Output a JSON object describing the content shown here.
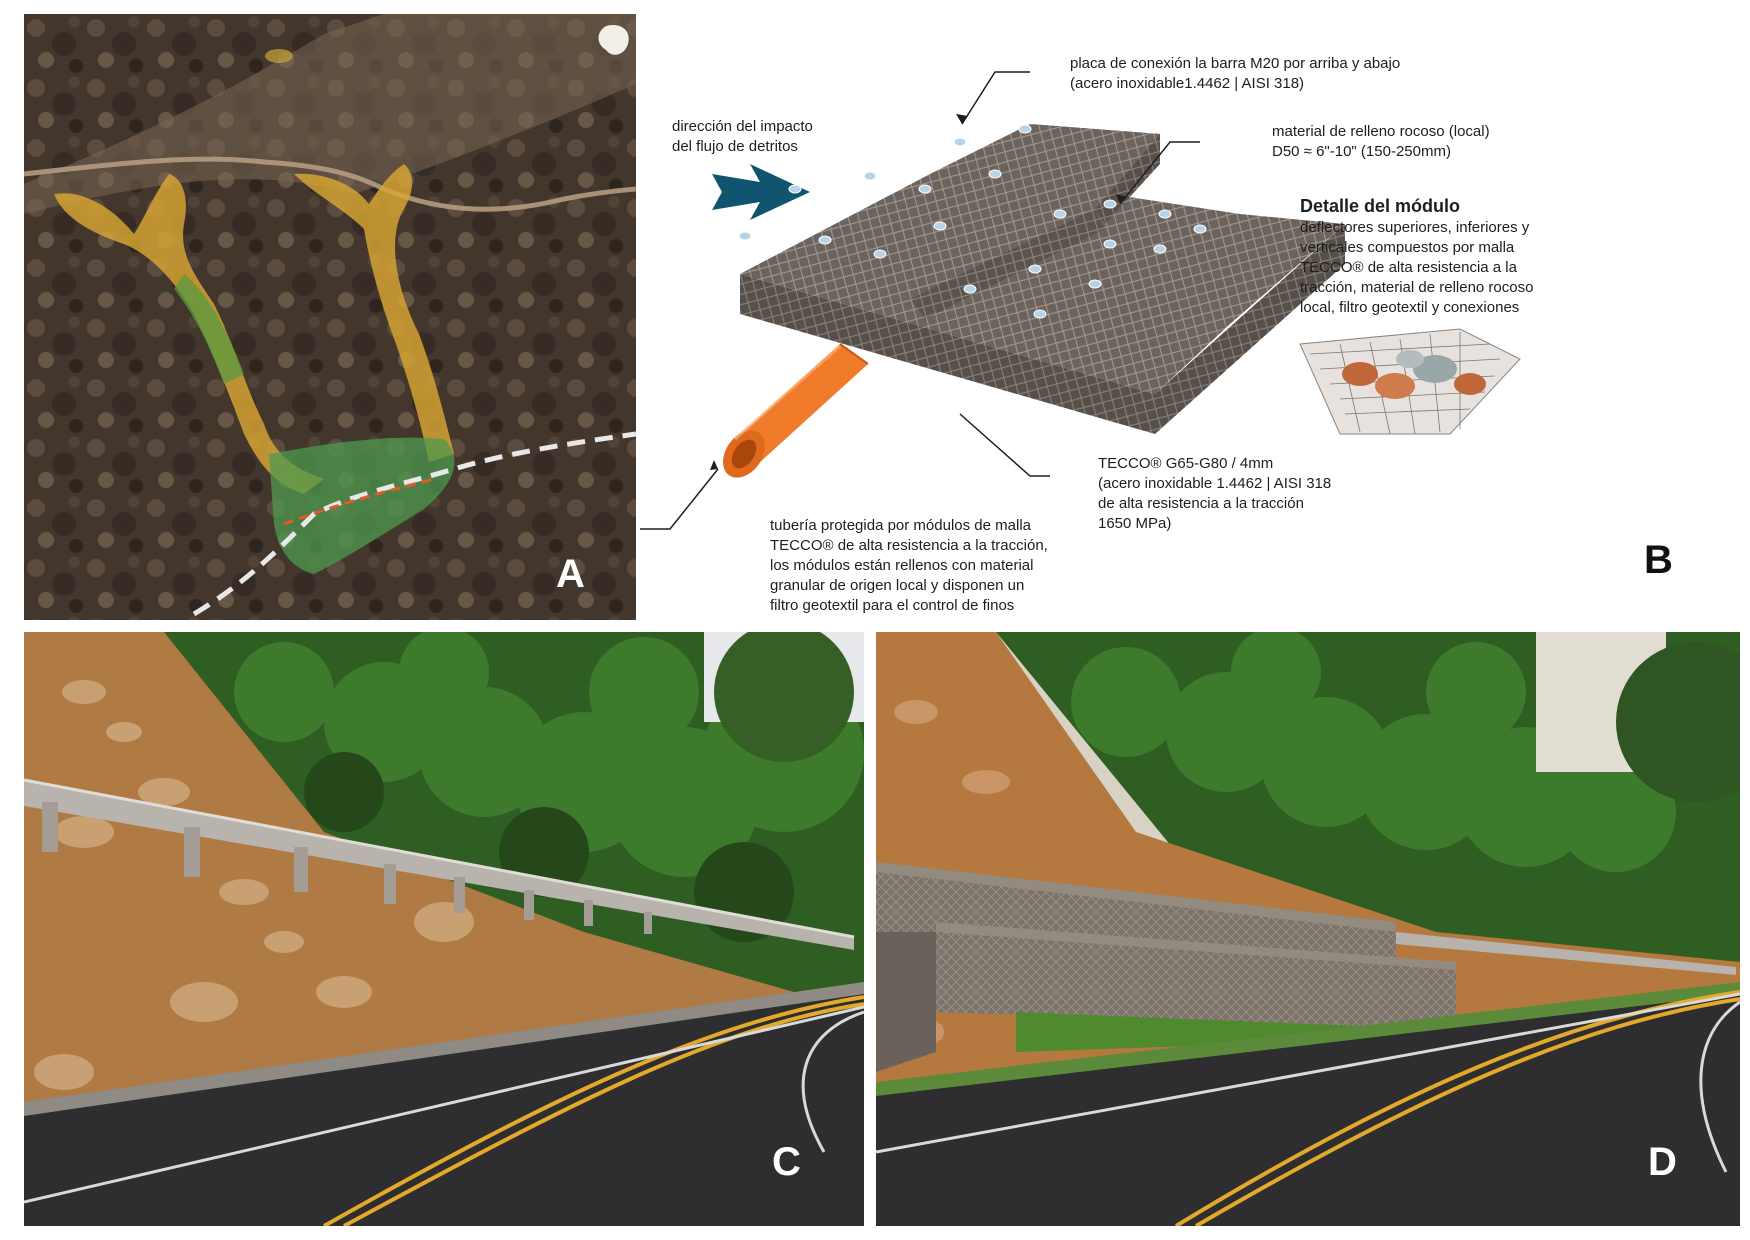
{
  "panels": {
    "a": {
      "letter": "A"
    },
    "b": {
      "letter": "B",
      "impact_line1": "dirección del impacto",
      "impact_line2": "del flujo de detritos",
      "plate_line1": "placa de conexión la barra M20 por arriba y abajo",
      "plate_line2": "(acero inoxidable1.4462 | AISI 318)",
      "fill_line1": "material de relleno rocoso (local)",
      "fill_line2": "D50 ≈ 6\"-10\" (150-250mm)",
      "detail_title": "Detalle del módulo",
      "detail_lines": [
        "deflectores superiores, inferiores y",
        "verticales compuestos por malla",
        "TECCO® de alta resistencia a la",
        "tracción, material de relleno rocoso",
        "local, filtro geotextil y conexiones"
      ],
      "tecco_lines": [
        "TECCO® G65-G80 / 4mm",
        "(acero inoxidable 1.4462 | AISI 318",
        "de alta resistencia a la tracción",
        "1650 MPa)"
      ],
      "pipe_lines": [
        "tubería protegida por módulos de malla",
        "TECCO® de alta resistencia a la tracción,",
        "los módulos están rellenos con material",
        "granular de origen local y disponen un",
        "filtro geotextil para el control de finos"
      ]
    },
    "c": {
      "letter": "C"
    },
    "d": {
      "letter": "D"
    }
  },
  "colors": {
    "terrain": "#5a4a3c",
    "channel": "#d9a733",
    "deposit": "#4f9a4f",
    "pipe": "#f07b2a",
    "mesh": "#6b645e",
    "arrow": "#0f5570",
    "forest": "#2f5e22",
    "slope": "#b07a45",
    "road": "#2e2e30",
    "road_line": "#e3a92a"
  }
}
